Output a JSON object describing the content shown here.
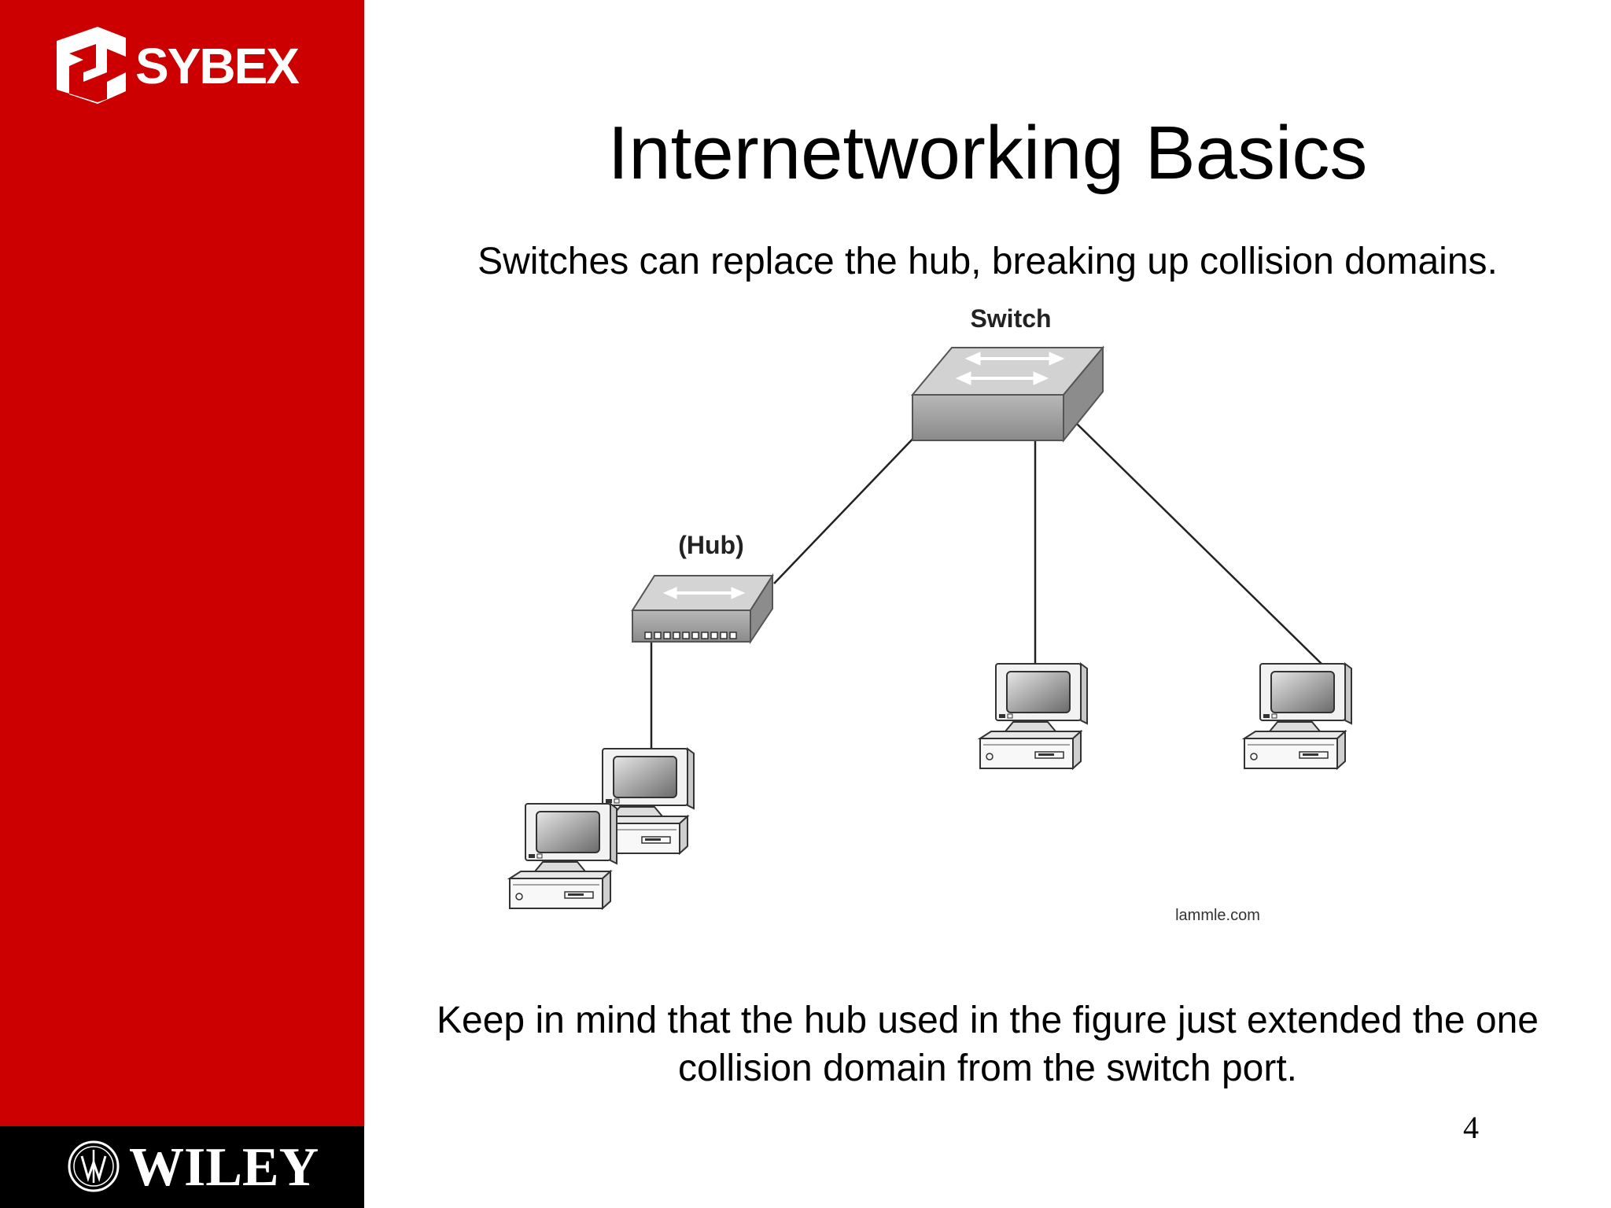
{
  "branding": {
    "publisher": "SYBEX",
    "footer_brand": "WILEY",
    "sidebar_color": "#cc0000",
    "footer_color": "#000000"
  },
  "slide": {
    "title": "Internetworking Basics",
    "subtitle": "Switches can replace the hub, breaking up collision domains.",
    "note": "Keep in mind that the hub used in the figure just extended the one collision domain from the switch port.",
    "page_number": "4"
  },
  "diagram": {
    "switch_label": "Switch",
    "hub_label": "(Hub)",
    "credit": "lammle.com",
    "nodes": [
      {
        "id": "switch",
        "kind": "switch",
        "label": "Switch"
      },
      {
        "id": "hub",
        "kind": "hub",
        "label": "(Hub)"
      },
      {
        "id": "pc-hub-1",
        "kind": "computer"
      },
      {
        "id": "pc-hub-2",
        "kind": "computer"
      },
      {
        "id": "pc-switch-1",
        "kind": "computer"
      },
      {
        "id": "pc-switch-2",
        "kind": "computer"
      }
    ],
    "links": [
      {
        "from": "switch",
        "to": "hub"
      },
      {
        "from": "switch",
        "to": "pc-switch-1"
      },
      {
        "from": "switch",
        "to": "pc-switch-2"
      },
      {
        "from": "hub",
        "to": "pc-hub-1"
      }
    ]
  }
}
